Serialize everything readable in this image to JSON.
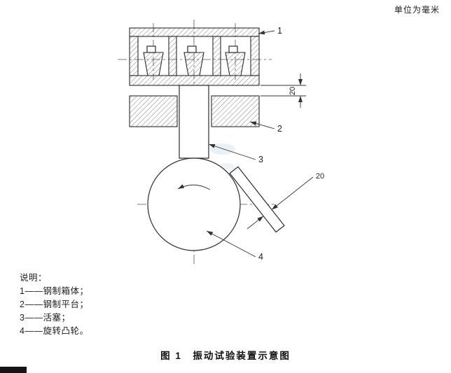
{
  "unit_note": "单位为毫米",
  "drawing": {
    "part_labels": [
      "1",
      "2",
      "3",
      "4"
    ],
    "dimensions": {
      "box_platform_gap": "20",
      "bar_width": "20"
    }
  },
  "legend": {
    "title": "说明：",
    "items": [
      "1——钢制箱体；",
      "2——钢制平台；",
      "3——活塞；",
      "4——旋转凸轮。"
    ]
  },
  "caption": "图 1　振动试验装置示意图"
}
